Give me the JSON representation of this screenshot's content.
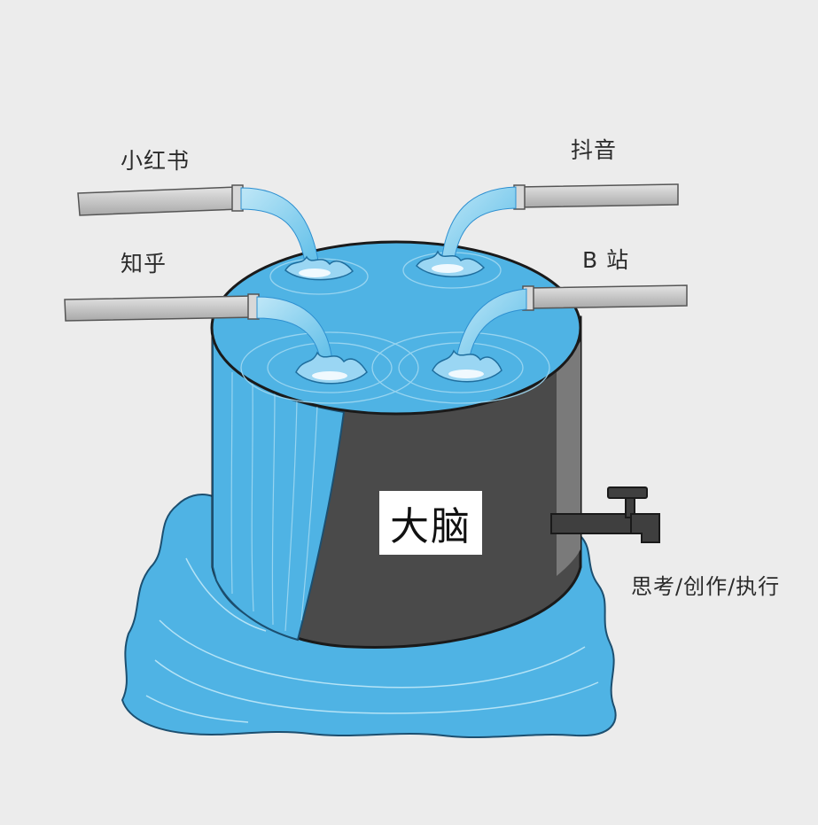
{
  "sources": {
    "xiaohongshu": "小红书",
    "douyin": "抖音",
    "zhihu": "知乎",
    "bilibili": "B 站"
  },
  "tank_label": "大脑",
  "output_label": "思考/创作/执行",
  "colors": {
    "background": "#ececec",
    "water": "#4fb3e4",
    "water_dark": "#2d8fd0",
    "tank": "#4a4a4a",
    "pipe": "#c9c9c9"
  }
}
